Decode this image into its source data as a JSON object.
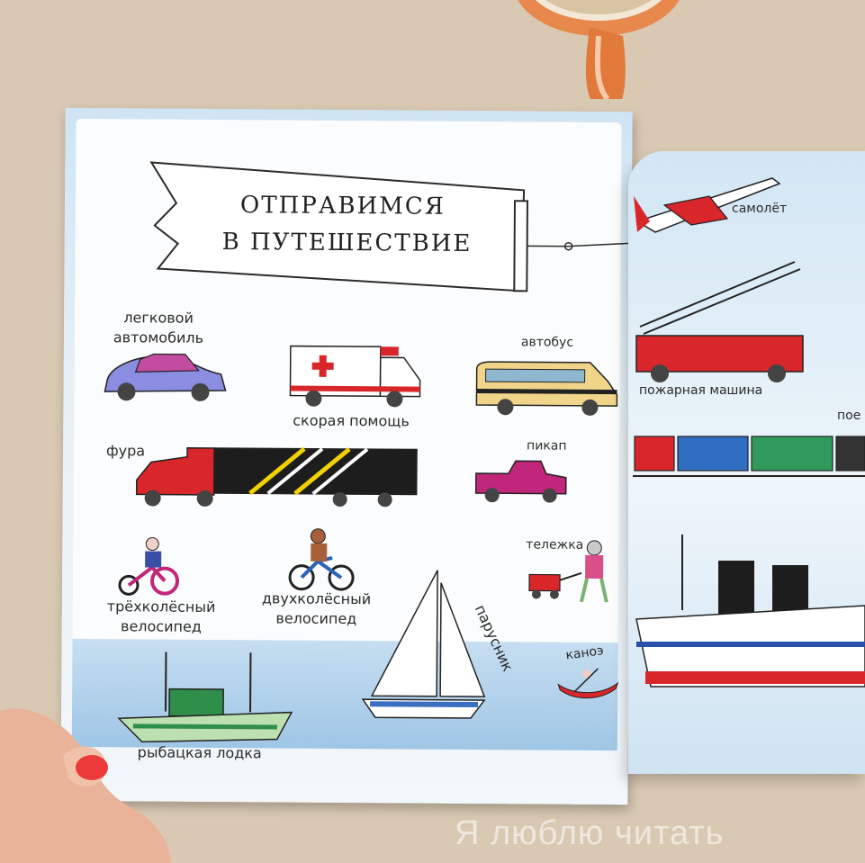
{
  "banner": {
    "line1": "ОТПРАВИМСЯ",
    "line2": "В ПУТЕШЕСТВИЕ"
  },
  "left_page": {
    "car": {
      "line1": "легковой",
      "line2": "автомобиль"
    },
    "ambulance": "скорая помощь",
    "bus": "автобус",
    "truck": "фура",
    "pickup": "пикап",
    "tricycle": {
      "line1": "трёхколёсный",
      "line2": "велосипед"
    },
    "bicycle": {
      "line1": "двухколёсный",
      "line2": "велосипед"
    },
    "wagon": "тележка",
    "sailboat": "парусник",
    "canoe": "каноэ",
    "fishing_boat": "рыбацкая лодка"
  },
  "right_page": {
    "plane": "самолёт",
    "fire_truck": "пожарная машина",
    "train_partial": "пое"
  },
  "watermark": "Я  люблю читать",
  "colors": {
    "background": "#d9c9b3",
    "sky": "#cfe4f3",
    "water": "#9fc6e6",
    "accent_red": "#d9262b",
    "cup": "#e07a3c"
  }
}
